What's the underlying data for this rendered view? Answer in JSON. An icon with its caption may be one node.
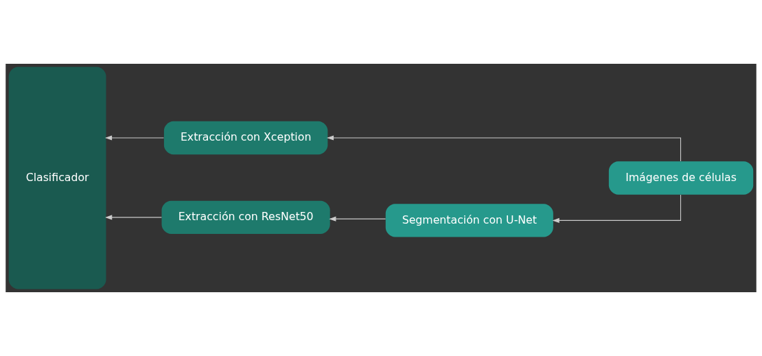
{
  "diagram": {
    "nodes": [
      {
        "text": [
          "Clasificador"
        ]
      },
      {
        "text": [
          "Extracción con Xception"
        ]
      },
      {
        "text": [
          "Imágenes de células"
        ]
      },
      {
        "text": [
          "Extracción con ResNet50"
        ]
      },
      {
        "text": [
          "Segmentación con U-Net"
        ]
      }
    ],
    "edges": [
      {
        "from": 2,
        "to": 1,
        "arrow": "to"
      },
      {
        "from": 2,
        "to": 4,
        "arrow": "to"
      },
      {
        "from": 4,
        "to": 3,
        "arrow": "to"
      },
      {
        "from": 1,
        "to": 0,
        "arrow": "to"
      },
      {
        "from": 3,
        "to": 0,
        "arrow": "to"
      }
    ]
  }
}
